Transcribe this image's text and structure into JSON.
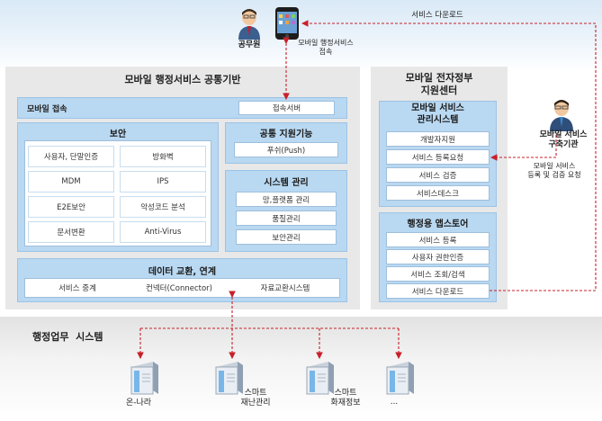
{
  "top": {
    "official_label": "공무원",
    "phone_note": "모바일 행정서비스\n접속",
    "download_label": "서비스 다운로드"
  },
  "platform": {
    "title": "모바일 행정서비스 공통기반",
    "mobile_access": {
      "label": "모바일 접속",
      "server": "접속서버"
    },
    "security": {
      "title": "보안",
      "items": [
        "사용자, 단말인증",
        "방화벽",
        "MDM",
        "IPS",
        "E2E보안",
        "악성코드 분석",
        "문서변환",
        "Anti-Virus"
      ]
    },
    "common_support": {
      "title": "공통 지원기능",
      "items": [
        "푸쉬(Push)"
      ]
    },
    "system_mgmt": {
      "title": "시스템 관리",
      "items": [
        "망,플랫폼 관리",
        "품질관리",
        "보안관리"
      ]
    },
    "data_exchange": {
      "title": "데이터 교환, 연계",
      "items": [
        "서비스 중계",
        "컨넥터(Connector)",
        "자료교환시스템"
      ]
    }
  },
  "egov_center": {
    "title": "모바일 전자정부\n지원센터",
    "service_mgmt": {
      "title": "모바일 서비스\n관리시스템",
      "items": [
        "개발자지원",
        "서비스 등록요청",
        "서비스 검증",
        "서비스데스크"
      ]
    },
    "app_store": {
      "title": "행정용 앱스토어",
      "items": [
        "서비스 등록",
        "사용자 권한인증",
        "서비스 조회/검색",
        "서비스 다운로드"
      ]
    }
  },
  "builder": {
    "label": "모바일 서비스\n구축기관",
    "note": "모바일 서비스\n등록 및 검증 요청"
  },
  "admin_systems": {
    "title": "행정업무  시스템",
    "servers": [
      "온-나라",
      "스마트\n재난관리",
      "스마트\n화재정보",
      "..."
    ]
  },
  "colors": {
    "arrow": "#c8202a",
    "box": "#b9d8f1",
    "panel": "#e8e8e8"
  }
}
